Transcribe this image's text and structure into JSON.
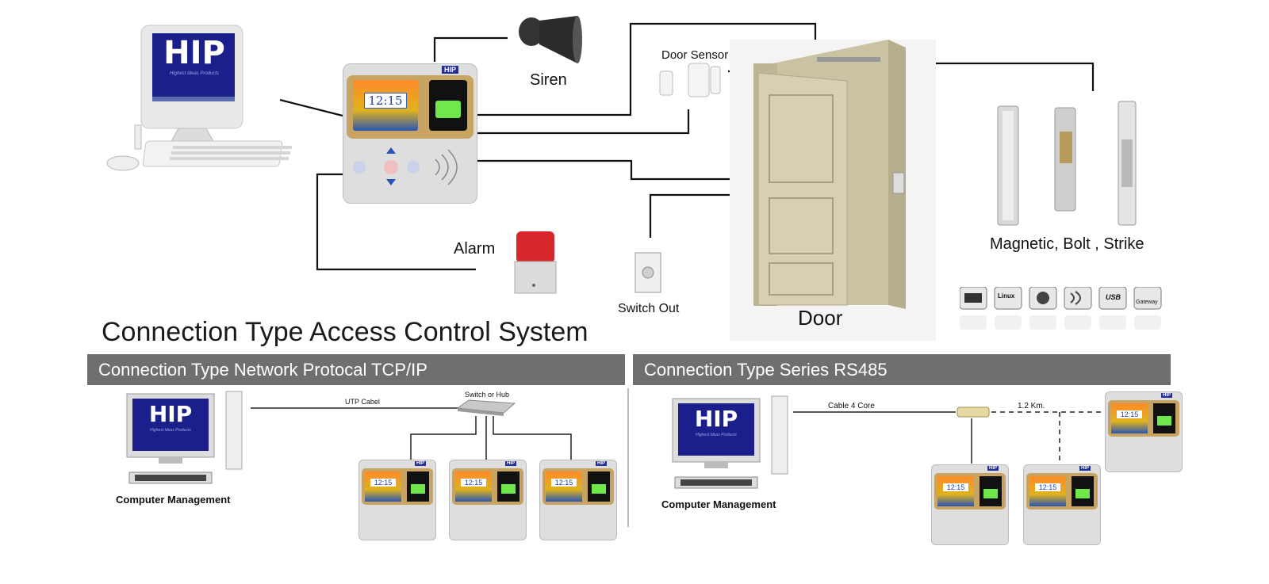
{
  "labels": {
    "siren": "Siren",
    "door_sensor": "Door Sensor",
    "alarm": "Alarm",
    "switch_out": "Switch Out",
    "door": "Door",
    "locks": "Magnetic,  Bolt , Strike"
  },
  "section_title": "Connection Type Access Control System",
  "tcp": {
    "header": "Connection Type Network Protocal TCP/IP",
    "computer_label": "Computer  Management",
    "link_label": "UTP Cabel",
    "hub_label": "Switch or Hub"
  },
  "rs485": {
    "header": "Connection Type Series  RS485",
    "computer_label": "Computer  Management",
    "link_label": "Cable 4 Core",
    "distance_label": "1.2 Km."
  },
  "device": {
    "brand": "HIP",
    "clock": "12:15"
  },
  "logo": {
    "text": "HIP",
    "tagline": "Highest Ideas Products"
  },
  "badges": [
    "Linux",
    "USB",
    "Gateway"
  ],
  "colors": {
    "band": "#6f6f6f",
    "logo_bg": "#1a1f8c",
    "device_gold": "#c7a462",
    "door": "#c9c2a3"
  }
}
